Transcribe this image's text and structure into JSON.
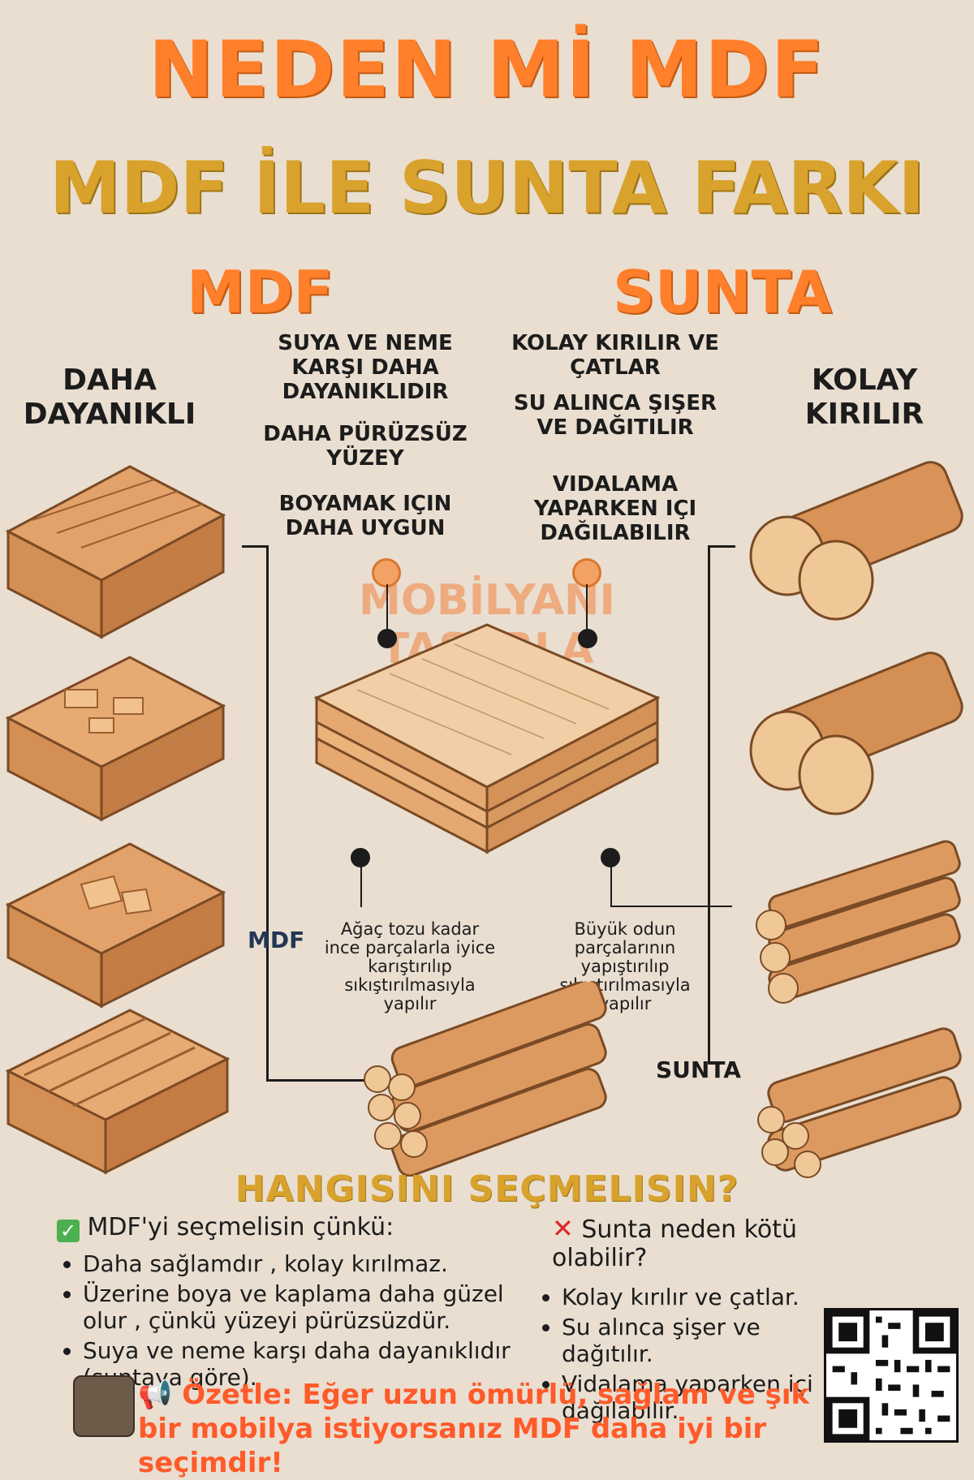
{
  "title": "NEDEN Mİ MDF",
  "subtitle": "MDF İLE SUNTA FARKI",
  "columns": {
    "left_header": "MDF",
    "right_header": "SUNTA",
    "left_side_label_1": "DAHA",
    "left_side_label_2": "DAYANIKLI",
    "right_side_label_1": "KOLAY",
    "right_side_label_2": "KIRILIR"
  },
  "mdf_points": [
    "SUYA VE NEME KARŞI DAHA DAYANIKLIDIR",
    "DAHA PÜRÜZSÜZ YÜZEY",
    "BOYAMAK IÇIN DAHA UYGUN"
  ],
  "sunta_points": [
    "KOLAY KIRILIR VE ÇATLAR",
    "SU ALINCA ŞIŞER VE DAĞITILIR",
    "VIDALAMA YAPARKEN IÇI DAĞILABILIR"
  ],
  "watermark": "MOBİLYANI TASARLA",
  "diagram": {
    "mdf_tag": "MDF",
    "sunta_tag": "SUNTA",
    "mdf_desc": "Ağaç tozu kadar ince parçalarla iyice karıştırılıp sıkıştırılmasıyla yapılır",
    "sunta_desc": "Büyük odun parçalarının yapıştırılıp sıkıştırılmasıyla yapılır"
  },
  "question": "HANGISINI SEÇMELISIN?",
  "mdf_list": {
    "icon": "check-icon",
    "head": "MDF'yi seçmelisin çünkü:",
    "items": [
      "Daha sağlamdır , kolay kırılmaz.",
      "Üzerine boya ve kaplama daha güzel olur , çünkü yüzeyi pürüzsüzdür.",
      "Suya ve neme karşı daha dayanıklıdır (suntaya göre)."
    ]
  },
  "sunta_list": {
    "icon": "cross-icon",
    "head": "Sunta neden kötü olabilir?",
    "items": [
      "Kolay kırılır ve çatlar.",
      "Su alınca şişer ve dağıtılır.",
      "Vidalama yaparken içi dağılabilir."
    ]
  },
  "summary": "Özetle: Eğer uzun ömürlü, sağlam ve şık bir mobilya istiyorsanız MDF daha iyi bir seçimdir!",
  "colors": {
    "orange": "#ff7f2a",
    "gold": "#d9a22c",
    "summary": "#ff5a2a"
  }
}
